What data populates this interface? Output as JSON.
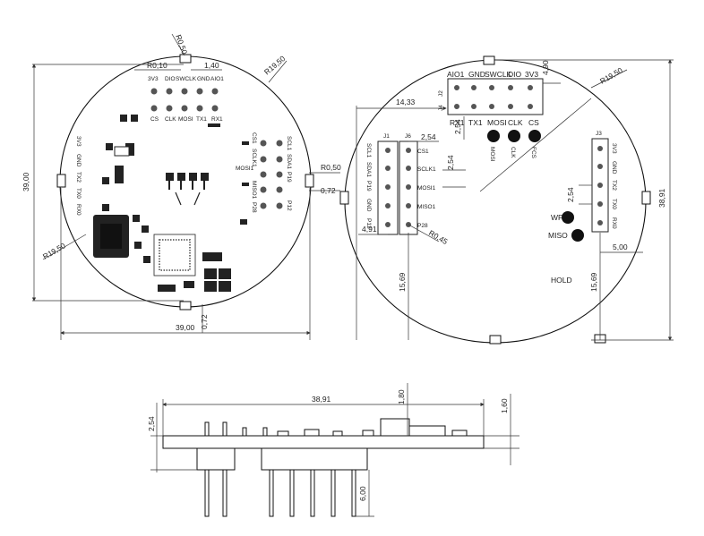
{
  "front_view": {
    "top_pin_labels": [
      "3V3",
      "DIO",
      "SWCLK",
      "GND",
      "AIO1"
    ],
    "bottom_pin_labels": [
      "CS",
      "CLK",
      "MOSI",
      "TX1",
      "RX1"
    ],
    "left_pin_labels": [
      "3V3",
      "GND",
      "TX2",
      "TX0",
      "RX0"
    ],
    "right_outer_labels": [
      "SCL1",
      "SDA1",
      "P19",
      "P12"
    ],
    "right_inner_labels": [
      "CS1",
      "SCLK1",
      "MOSI1",
      "MISO1",
      "P28"
    ],
    "dims": {
      "r050_top": "R0,50",
      "r010": "R0,10",
      "d140": "1,40",
      "r1950_tr": "R19,50",
      "r1950_bl": "R19,50",
      "r050_right": "R0,50",
      "d072_right": "0,72",
      "d3900_v": "39,00",
      "d3900_h": "39,00",
      "d072_bottom": "0,72"
    }
  },
  "back_view": {
    "j2_label": "J2",
    "j2_top_labels": [
      "AIO1",
      "GND",
      "SWCLK",
      "DIO",
      "3V3"
    ],
    "j2_bottom_labels": [
      "RX1",
      "TX1",
      "MOSI",
      "CLK",
      "CS"
    ],
    "j2_left_label": "J4",
    "j1_label": "J1",
    "j6_label": "J6",
    "j1_labels": [
      "SCL1",
      "SDA1",
      "P19",
      "GND",
      "P12"
    ],
    "j6_labels": [
      "CS1",
      "SCLK1",
      "MOSI1",
      "MISO1",
      "P28"
    ],
    "j3_label": "J3",
    "j3_labels": [
      "3V3",
      "GND",
      "TX2",
      "TX0",
      "RX0"
    ],
    "big_pad_labels": [
      "MOSI",
      "CLK",
      "FCS"
    ],
    "wp_label": "WP",
    "miso_label": "MISO",
    "hold_label": "HOLD",
    "dims": {
      "d490": "4,90",
      "r1950": "R19,50",
      "d1433": "14,33",
      "d254_j2": "2,54",
      "d254_j6": "2,54",
      "d254_mid": "2,54",
      "d254_j3": "2,54",
      "d491": "4,91",
      "d500": "5,00",
      "r045": "R0,45",
      "d1569_left": "15,69",
      "d1569_right": "15,69",
      "d3891_v": "38,91"
    }
  },
  "side_view": {
    "dims": {
      "d3891": "38,91",
      "d180": "1,80",
      "d160": "1,60",
      "d254": "2,54",
      "d600": "6,00"
    }
  }
}
